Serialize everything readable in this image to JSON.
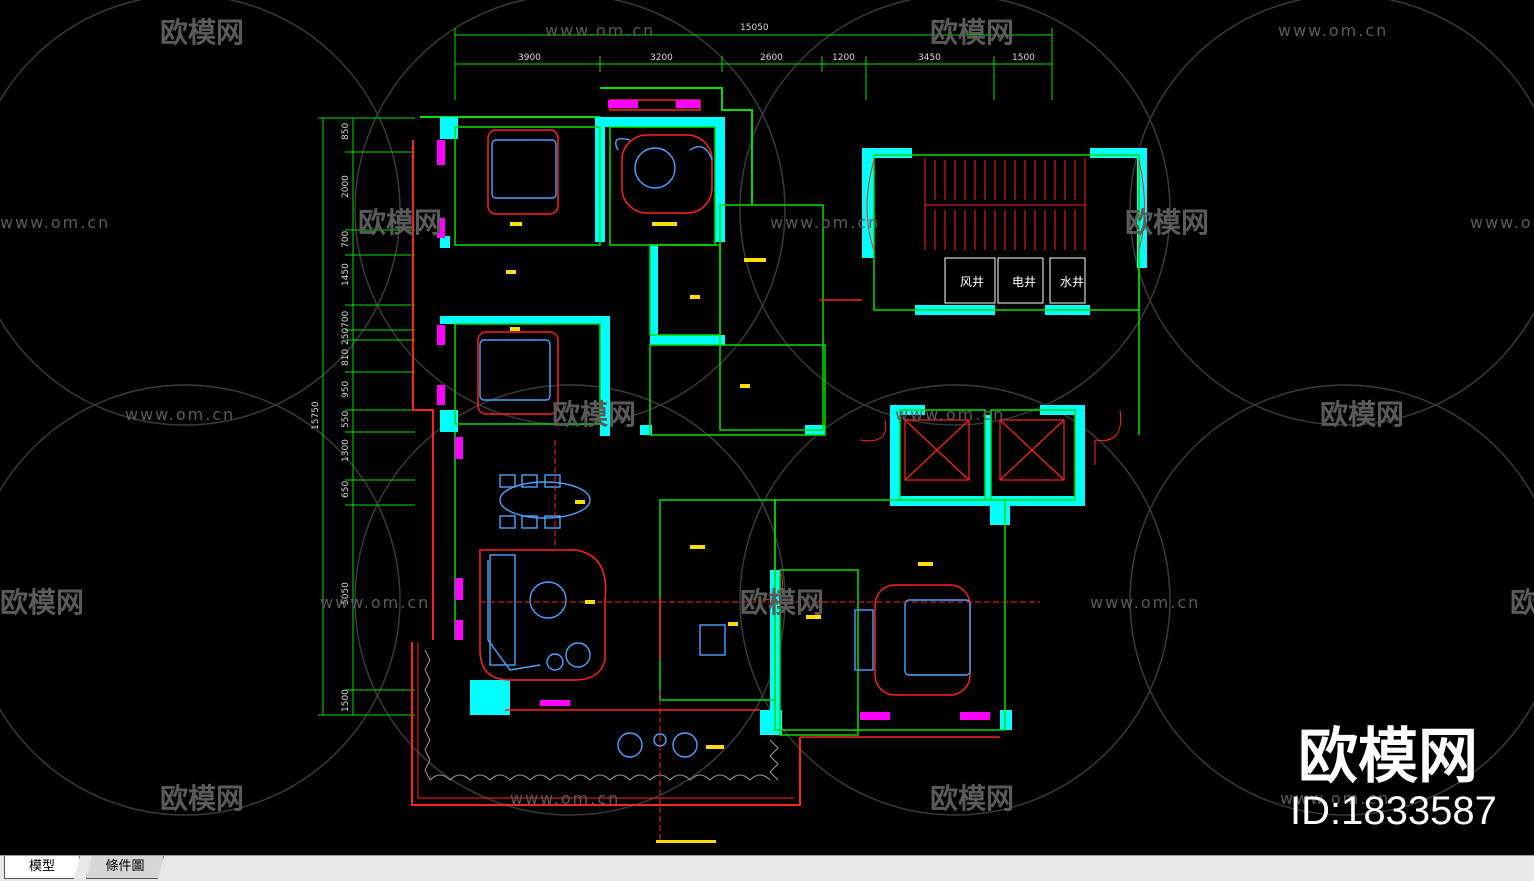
{
  "drawing": {
    "overall_dimension": "15050",
    "top_dimensions": [
      "3900",
      "3200",
      "2600",
      "1200",
      "3450",
      "1500"
    ],
    "left_dimensions": [
      "850",
      "2000",
      "700",
      "1450",
      "700",
      "250",
      "810",
      "950",
      "550",
      "1300",
      "650",
      "5050",
      "1500"
    ],
    "left_total": "15750",
    "shaft_labels": [
      "风井",
      "电井",
      "水井"
    ]
  },
  "watermark": {
    "url_text": "www.om.cn",
    "logo_text": "欧模网",
    "big_logo": "欧模网",
    "id_text": "ID:1833587"
  },
  "tabs": {
    "model": "模型",
    "layout": "條件圖"
  },
  "colors": {
    "wall_cyan": "#00ffff",
    "line_red": "#ff0000",
    "furniture_blue": "#4aa3ff",
    "frame_green": "#00e000",
    "magenta": "#ff00ff",
    "background": "#000000"
  }
}
